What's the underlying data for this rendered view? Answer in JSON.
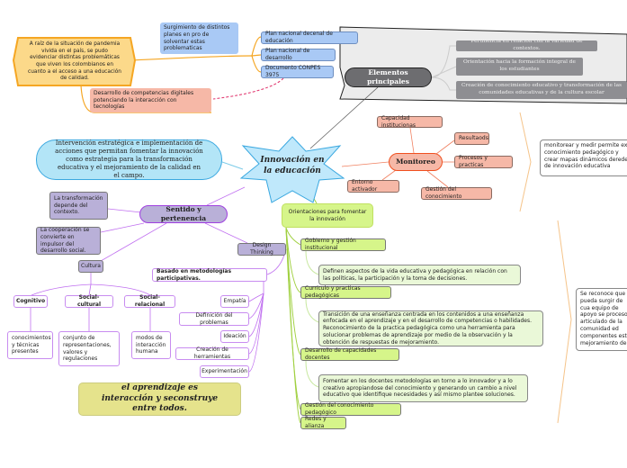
{
  "central": "Innovación en la educación",
  "left_top": {
    "pandemic": "A raíz de la situación de pandemia vivida en el país, se pudo evidenciar distintas problemáticas que viven los colombianos en cuanto a el acceso a una educación de calidad.",
    "surgimiento": "Surgimiento de distintos planes en pro de solventar estas problematicas",
    "plans": [
      "Plan nacional decenal de educación",
      "Plan nacional de desarrollo",
      "Documento CONPES 3975"
    ],
    "digital": "Desarrollo de competencias digitales potenciando la interacción con tecnologías"
  },
  "elementos": {
    "title": "Elementos principales",
    "items": [
      "Pertinencia en relación con la variedad de contextos.",
      "Orientación hacia la formación integral de los estudiantes",
      "Creación de conocimiento educativo y transformación de las comunidades educativas y de la cultura escolar"
    ]
  },
  "monitoreo": {
    "title": "Monitoreo",
    "items": [
      "Capacidad institucionas",
      "Resultaods",
      "Procesos y practicas",
      "Entorno activador",
      "Gestión del conocimiento"
    ],
    "note": "monitorear y medir permite expli conocimiento pedagógico y crear mapas dinámicos deredes de innovación educativa",
    "note2": "Se reconoce que la pueda surgir de cua equipo de apoyo se proceso articulado de la comunidad ed componentes estra mejoramiento del a"
  },
  "intervencion": "Intervención estratégica e implementación de acciones que permitan fomentar la innovación como estrategia para la transformación educativa y el mejoramiento de la calidad en el campo.",
  "sentido": {
    "title": "Sentido y pertenencia",
    "transformacion": "La transformación depende del contexto.",
    "cooperacion": "La cooperación se convierte en impulsor del desarrollo social.",
    "cultura": "Cultura",
    "types": [
      {
        "label": "Cognitivo",
        "desc": "conocimientos y técnicas presentes"
      },
      {
        "label": "Social- cultural",
        "desc": "conjunto de representaciones, valores y regulaciones"
      },
      {
        "label": "Social-relacional",
        "desc": "modos de interacción humana"
      }
    ],
    "design": "Design Thinking",
    "basado": "Basado en metodologías participativas.",
    "steps": [
      "Empatía",
      "Definición del problemas",
      "Ideación",
      "Creación de herramientas",
      "Experimentación"
    ]
  },
  "quote": "el aprendizaje es interacción y seconstruye entre todos.",
  "orientaciones": {
    "title": "Orientaciones para fomentar la innovación",
    "items": [
      {
        "label": "Gobierno y gestión institucional",
        "desc": "Definen aspectos de la vida educativa y pedagógica en relación con las políticas, la participación y la toma de decisiones."
      },
      {
        "label": "Currículo y practicas pedagógicas",
        "desc": "Transición de una enseñanza centrada en los contenidos a una enseñanza enfocada en el aprendizaje y en el desarrollo de competencias o habilidades. Reconocimiento de la practica pedagógica como una herramienta para solucionar problemas de aprendizaje por medio de la observación y la obtención de respuestas de mejoramiento."
      },
      {
        "label": "Desarrollo de capacidades docentes",
        "desc": "Fomentar en los docentes metodologías en torno a lo innovador y a lo creativo apropiandose del conocimiento y generando un cambio a nivel educativo que identifique necesidades y así mismo plantee soluciones."
      },
      {
        "label": "Gestión del conocimiento pedagógico"
      },
      {
        "label": "Redes y alianza"
      }
    ]
  },
  "colors": {
    "central": "#bfe8fb",
    "monitoreo": "#f6b8a7",
    "sentido": "#b9b0d8",
    "orientaciones": "#d6f58a",
    "quote": "#e5e38c"
  }
}
